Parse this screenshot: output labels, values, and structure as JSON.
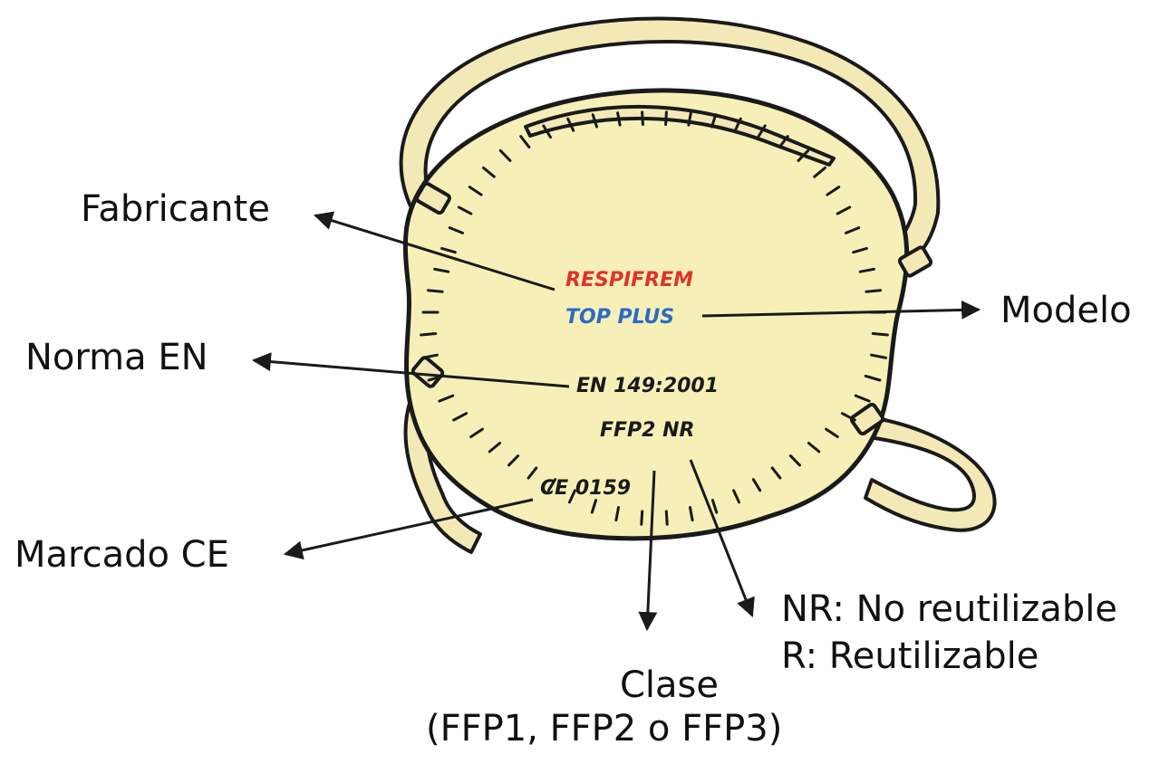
{
  "mask": {
    "manufacturer": "RESPIFREM",
    "model": "TOP PLUS",
    "standard": "EN 149:2001",
    "class_marking": "FFP2 NR",
    "ce_marking": "CE 0159",
    "colors": {
      "body": "#f6f0b8",
      "strap": "#f3e9b6",
      "outline": "#1a1a1a",
      "manufacturer_text": "#e0322c",
      "model_text": "#2a6bc4",
      "print_text": "#1a1a1a"
    }
  },
  "labels": {
    "fabricante": "Fabricante",
    "modelo": "Modelo",
    "norma": "Norma EN",
    "marcado": "Marcado CE",
    "clase_line1": "Clase",
    "clase_line2": "(FFP1, FFP2 o FFP3)",
    "reuse_line1": "NR: No reutilizable",
    "reuse_line2": "R: Reutilizable"
  }
}
